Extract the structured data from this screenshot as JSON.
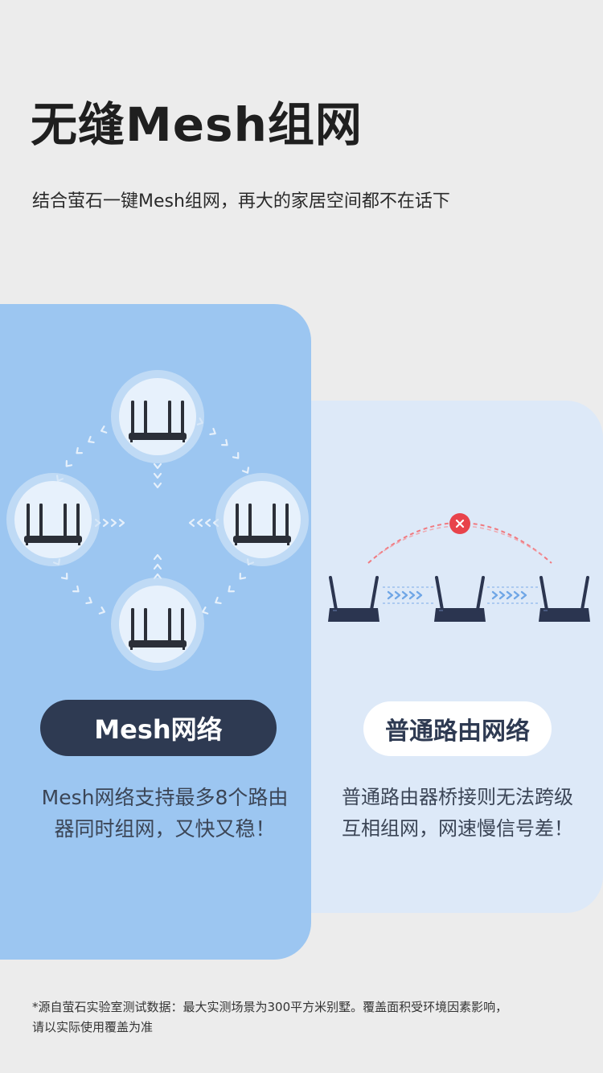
{
  "header": {
    "title": "无缝Mesh组网",
    "subtitle": "结合萤石一键Mesh组网，再大的家居空间都不在话下"
  },
  "mesh_panel": {
    "label": "Mesh网络",
    "description_line1": "Mesh网络支持最多8个路由",
    "description_line2": "器同时组网，又快又稳！",
    "icon": "router-icon"
  },
  "normal_panel": {
    "label": "普通路由网络",
    "description_line1": "普通路由器桥接则无法跨级",
    "description_line2": "互相组网，网速慢信号差！",
    "error_icon": "close-icon"
  },
  "footnote": {
    "line1": "*源自萤石实验室测试数据：最大实测场景为300平方米别墅。覆盖面积受环境因素影响，",
    "line2": "请以实际使用覆盖为准"
  },
  "colors": {
    "background": "#ececec",
    "mesh_card": "#9cc6f1",
    "normal_card": "#dde9f8",
    "pill_dark": "#2e3a52",
    "error_red": "#e8434b",
    "router_body": "#2b2f38"
  }
}
